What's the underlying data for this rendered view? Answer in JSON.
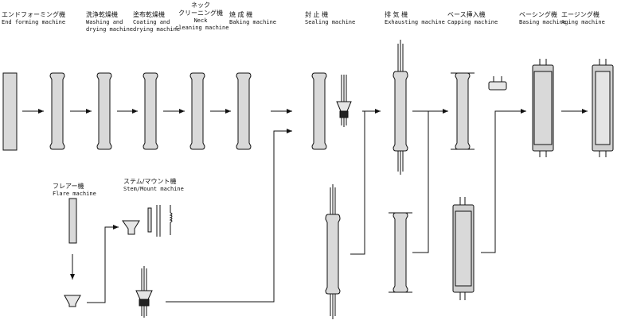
{
  "stages": [
    {
      "id": "end-forming",
      "ja": "エンドフォーミング機",
      "en": [
        "End forming machine"
      ]
    },
    {
      "id": "washing-drying",
      "ja": "洗浄乾燥機",
      "en": [
        "Washing and",
        "drying machine"
      ]
    },
    {
      "id": "coating-drying",
      "ja": "塗布乾燥機",
      "en": [
        "Coating and",
        "drying machine"
      ]
    },
    {
      "id": "neck-cleaning",
      "ja": [
        "ネック",
        "クリーニング機"
      ],
      "en": [
        "Neck",
        "cleaning machine"
      ]
    },
    {
      "id": "baking",
      "ja": "焼 成 機",
      "en": [
        "Baking machine"
      ]
    },
    {
      "id": "sealing",
      "ja": "封 止 機",
      "en": [
        "Sealing machine"
      ]
    },
    {
      "id": "exhausting",
      "ja": "排 気 機",
      "en": [
        "Exhausting machine"
      ]
    },
    {
      "id": "capping",
      "ja": "ベース挿入機",
      "en": [
        "Capping machine"
      ]
    },
    {
      "id": "basing",
      "ja": "ベーシング機",
      "en": [
        "Basing machine"
      ]
    },
    {
      "id": "aging",
      "ja": "エージング機",
      "en": [
        "Aging machine"
      ]
    }
  ],
  "sub_stages": [
    {
      "id": "flare",
      "ja": "フレアー機",
      "en": [
        "Flare machine"
      ]
    },
    {
      "id": "stem-mount",
      "ja": "ステム/マウント機",
      "en": [
        "Stem/Mount machine"
      ]
    }
  ],
  "colors": {
    "tube_fill": "#d9d9d9",
    "line": "#111111"
  }
}
